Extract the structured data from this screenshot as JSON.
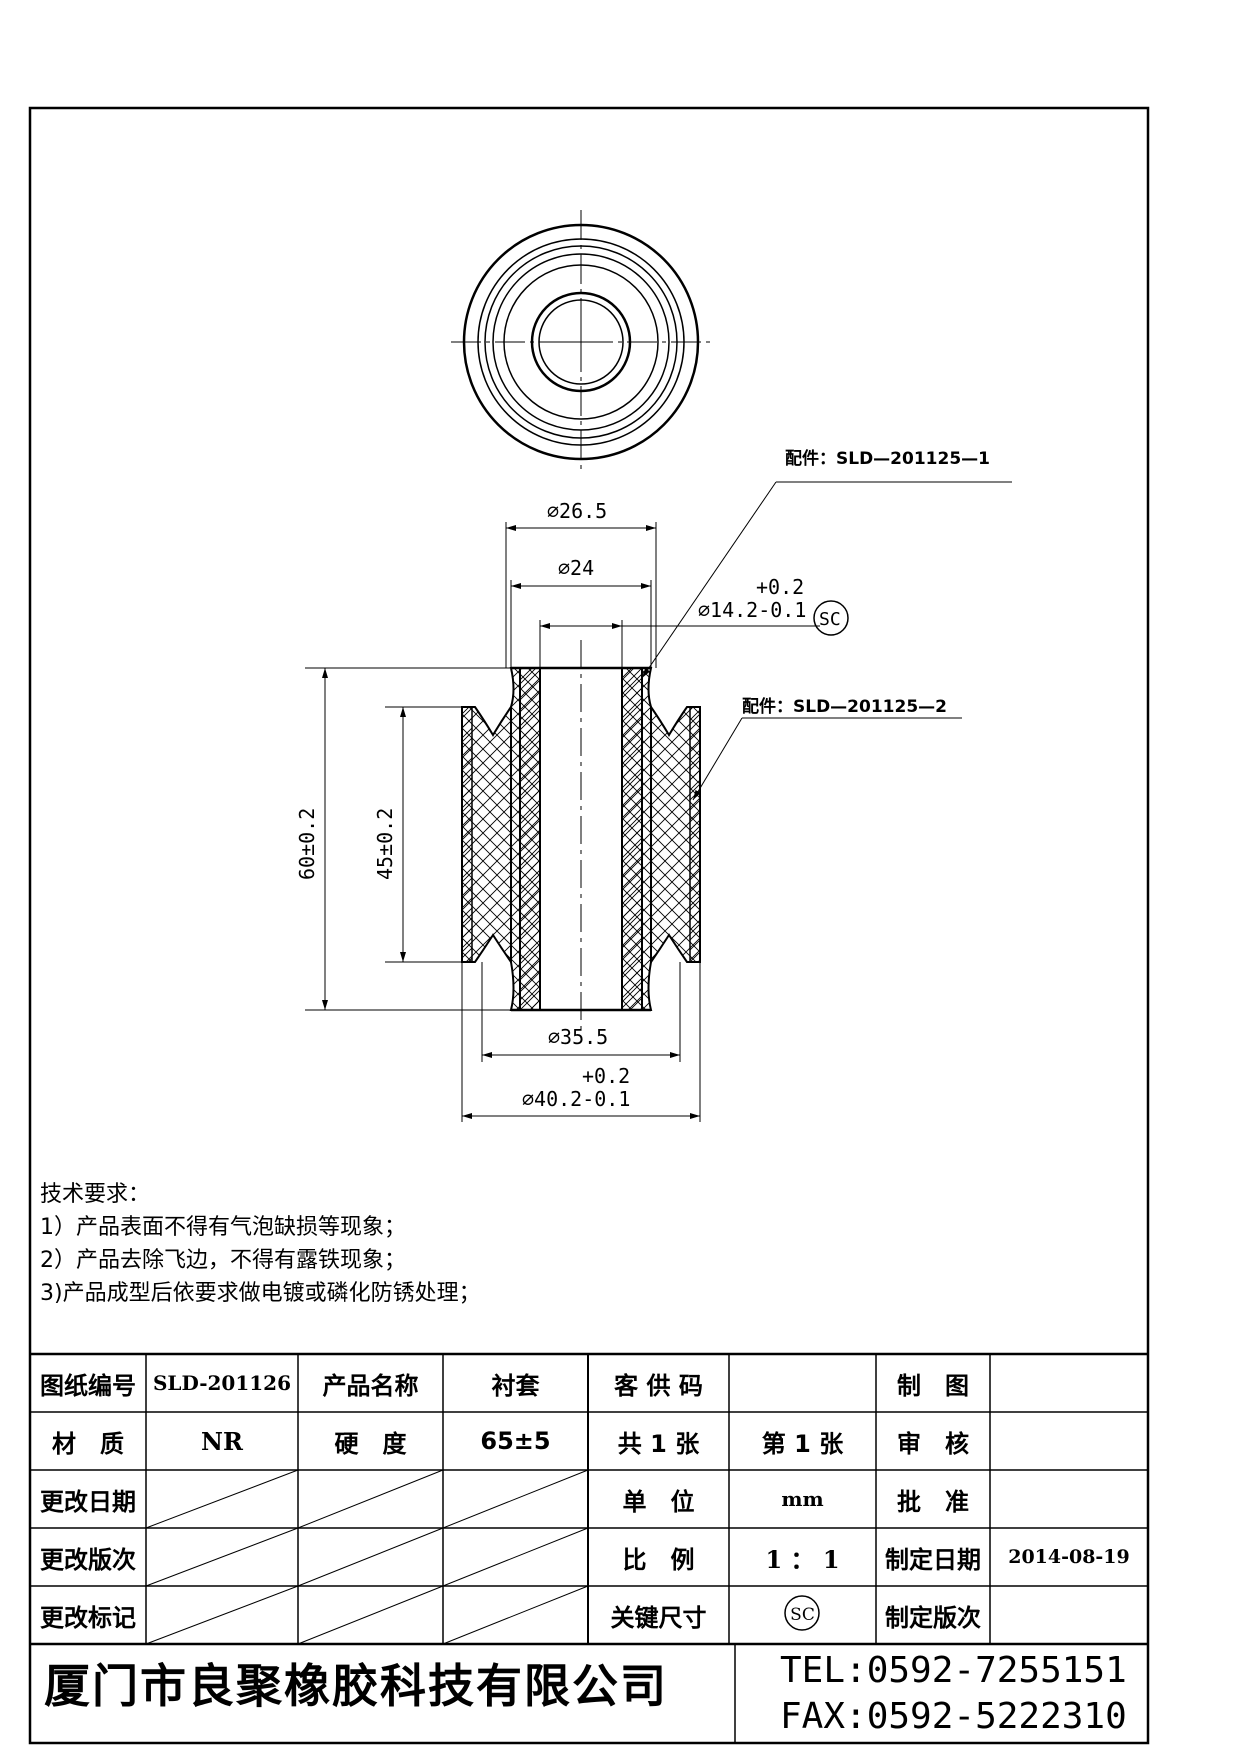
{
  "drawing": {
    "dims": {
      "d_outer_top": "⌀26.5",
      "d_mid_top": "⌀24",
      "d_bore": "⌀14.2-0.1",
      "d_bore_tol_plus": "+0.2",
      "length_total": "60±0.2",
      "length_inner": "45±0.2",
      "d_bottom_mid": "⌀35.5",
      "d_bottom_outer": "⌀40.2-0.1",
      "d_bottom_outer_tol_plus": "+0.2",
      "sc_mark": "SC"
    },
    "callouts": {
      "part1": "配件：SLD—201125—1",
      "part2": "配件：SLD—201125—2"
    }
  },
  "requirements": {
    "title": "技术要求：",
    "items": [
      "1）产品表面不得有气泡缺损等现象；",
      "2）产品去除飞边，不得有露铁现象；",
      "3)产品成型后依要求做电镀或磷化防锈处理；"
    ]
  },
  "title_block": {
    "drawing_no_label": "图纸编号",
    "drawing_no": "SLD-201126",
    "product_name_label": "产品名称",
    "product_name": "衬套",
    "customer_code_label": "客 供 码",
    "customer_code": "",
    "drawn_label": "制　图",
    "drawn": "",
    "material_label": "材　质",
    "material": "NR",
    "hardness_label": "硬　度",
    "hardness": "65±5",
    "total_sheets": "共 1 张",
    "sheet": "第 1 张",
    "review_label": "审　核",
    "review": "",
    "change_date_label": "更改日期",
    "unit_label": "单　位",
    "unit": "mm",
    "approve_label": "批　准",
    "approve": "",
    "change_rev_label": "更改版次",
    "scale_label": "比　例",
    "scale": "1 ： 1",
    "issue_date_label": "制定日期",
    "issue_date": "2014-08-19",
    "change_mark_label": "更改标记",
    "key_dim_label": "关键尺寸",
    "key_dim_mark": "SC",
    "issue_rev_label": "制定版次",
    "issue_rev": "",
    "company": "厦门市良聚橡胶科技有限公司",
    "tel": "TEL:0592-7255151",
    "fax": "FAX:0592-5222310"
  }
}
